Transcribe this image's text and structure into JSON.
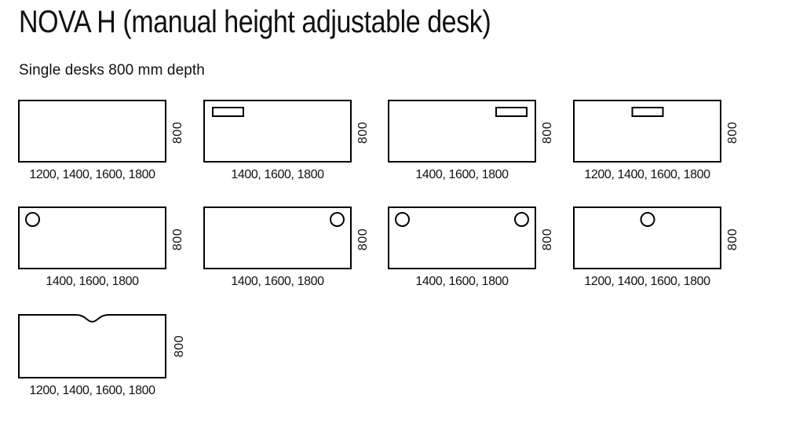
{
  "page": {
    "title": "NOVA H (manual height adjustable desk)",
    "subtitle": "Single desks 800 mm depth"
  },
  "line_color": "#000000",
  "text_color": "#111111",
  "rows": [
    {
      "desks": [
        {
          "feature": "plain",
          "widths": "1200, 1400, 1600, 1800",
          "depth": "800"
        },
        {
          "feature": "cable-slot-left",
          "widths": "1400, 1600, 1800",
          "depth": "800"
        },
        {
          "feature": "cable-slot-right",
          "widths": "1400, 1600, 1800",
          "depth": "800"
        },
        {
          "feature": "cable-slot-center",
          "widths": "1200, 1400, 1600, 1800",
          "depth": "800"
        }
      ]
    },
    {
      "desks": [
        {
          "feature": "grommet-left",
          "widths": "1400, 1600, 1800",
          "depth": "800"
        },
        {
          "feature": "grommet-right",
          "widths": "1400, 1600, 1800",
          "depth": "800"
        },
        {
          "feature": "grommet-left-right",
          "widths": "1400, 1600, 1800",
          "depth": "800"
        },
        {
          "feature": "grommet-center",
          "widths": "1200, 1400, 1600, 1800",
          "depth": "800"
        }
      ]
    },
    {
      "desks": [
        {
          "feature": "notch-center",
          "widths": "1200, 1400, 1600, 1800",
          "depth": "800"
        }
      ]
    }
  ]
}
